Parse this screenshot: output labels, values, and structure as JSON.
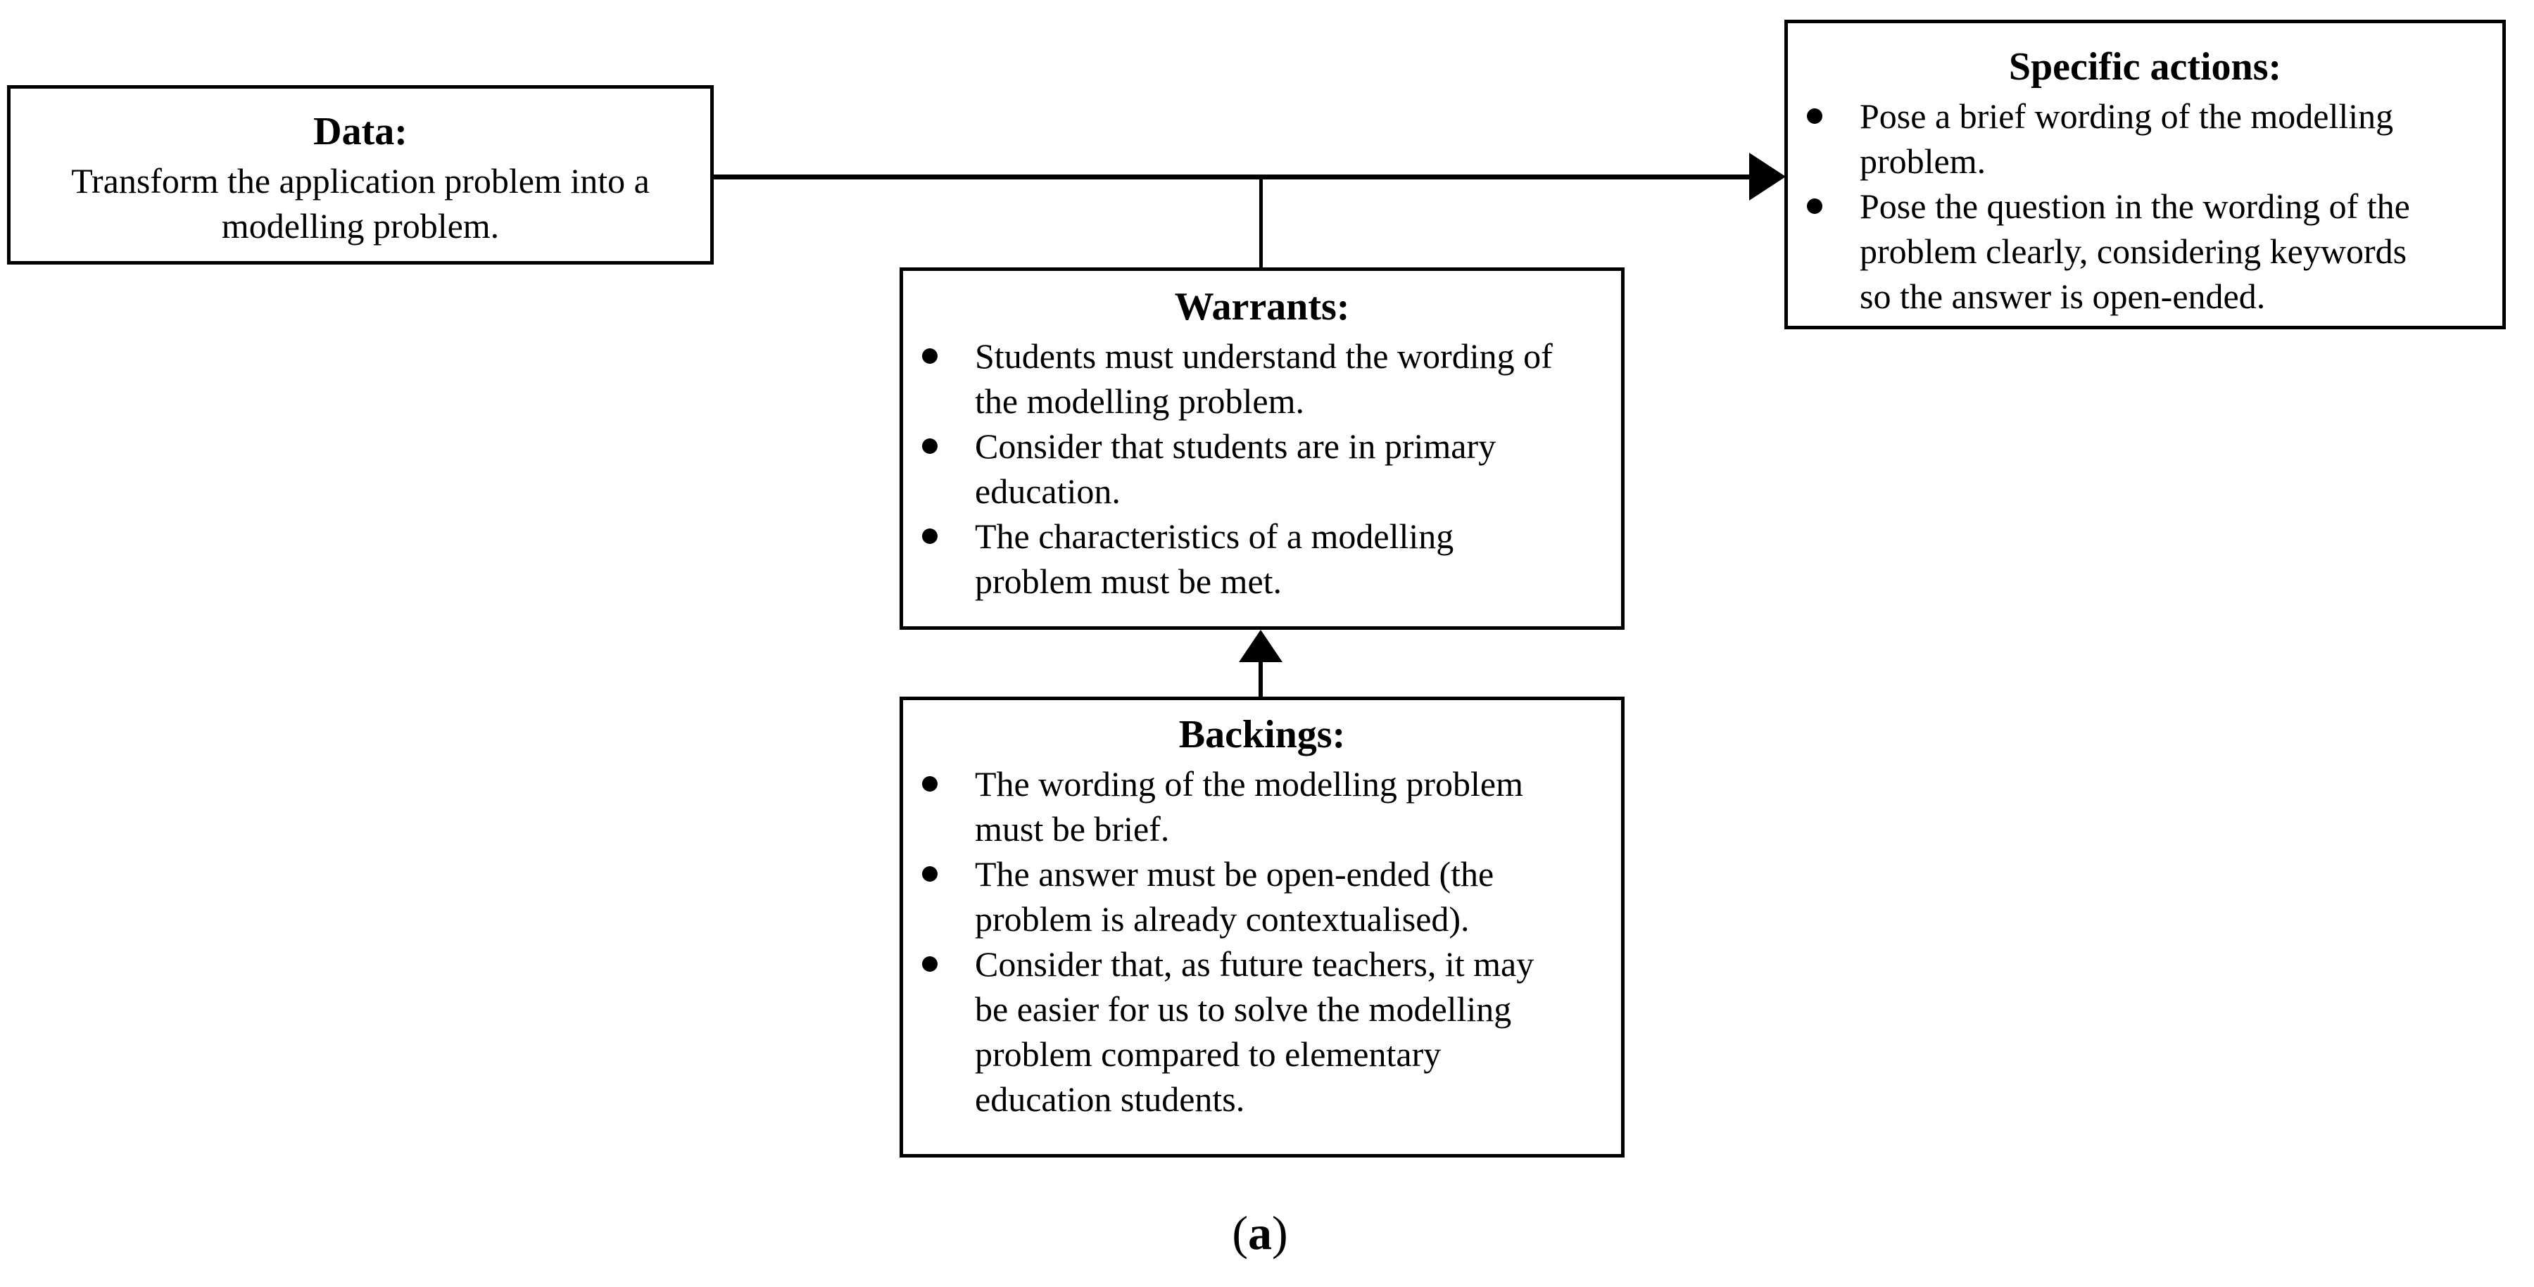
{
  "colors": {
    "ink": "#000000",
    "background": "#ffffff"
  },
  "diagram": {
    "data_box": {
      "title": "Data:",
      "body": "Transform the application problem into a\nmodelling problem."
    },
    "specific_actions_box": {
      "title": "Specific actions:",
      "bullets": [
        "Pose a brief wording of the modelling\nproblem.",
        "Pose the question in the wording of the\nproblem clearly, considering keywords\nso the answer is open-ended."
      ]
    },
    "warrants_box": {
      "title": "Warrants:",
      "bullets": [
        "Students must understand the wording of\nthe modelling problem.",
        "Consider that students are in primary\neducation.",
        "The characteristics of a modelling\nproblem must be met."
      ]
    },
    "backings_box": {
      "title": "Backings:",
      "bullets": [
        "The wording of the modelling problem\nmust be brief.",
        "The answer must be open-ended (the\nproblem is already contextualised).",
        "Consider that, as future teachers, it may\nbe easier for us to solve the modelling\nproblem compared to elementary\neducation students."
      ]
    },
    "connections": [
      {
        "from": "data_box",
        "to": "specific_actions_box",
        "type": "arrow-right"
      },
      {
        "from": "warrants_box",
        "to": "data_to_specific_actions_arrow",
        "type": "line"
      },
      {
        "from": "backings_box",
        "to": "warrants_box",
        "type": "arrow-up"
      }
    ],
    "caption": {
      "open": "(",
      "letter": "a",
      "close": ")"
    }
  }
}
